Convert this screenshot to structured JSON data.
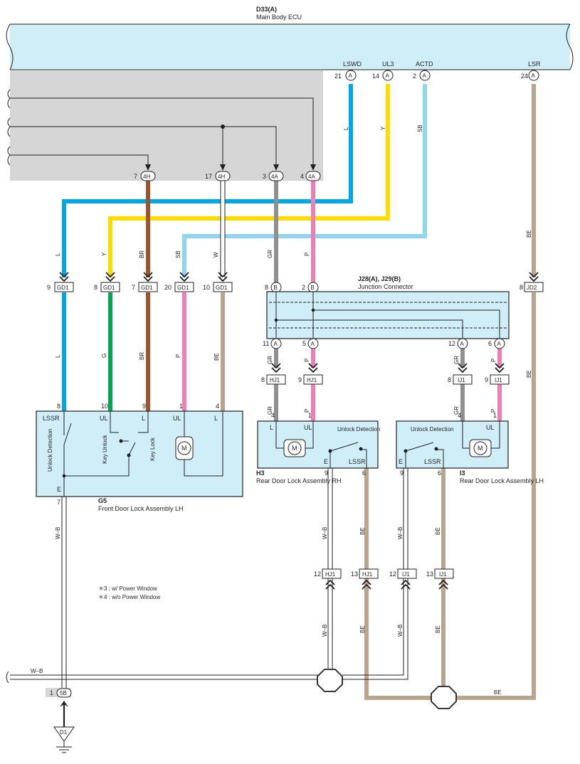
{
  "ecu": {
    "code": "D33(A)",
    "name": "Main Body ECU",
    "pins": [
      {
        "label": "LSWD",
        "num": "21",
        "conn": "A"
      },
      {
        "label": "UL3",
        "num": "14",
        "conn": "A"
      },
      {
        "label": "ACTD",
        "num": "2",
        "conn": "A"
      },
      {
        "label": "LSR",
        "num": "24",
        "conn": "A"
      }
    ]
  },
  "inbound_pins": [
    {
      "num": "7",
      "conn": "4H"
    },
    {
      "num": "17",
      "conn": "4H"
    },
    {
      "num": "3",
      "conn": "4A"
    },
    {
      "num": "4",
      "conn": "4A"
    }
  ],
  "wire_colors": {
    "L": "#00a6e6",
    "Y": "#ffdc00",
    "SB": "#8fd4f2",
    "BR": "#a0522d",
    "W": "#ffffff",
    "GR": "#909090",
    "P": "#f07db4",
    "G": "#00a651",
    "BE": "#b9a58b",
    "W-B": "#ffffff"
  },
  "wire_labels": {
    "L": "L",
    "Y": "Y",
    "SB": "SB",
    "BR": "BR",
    "W": "W",
    "GR": "GR",
    "P": "P",
    "G": "G",
    "BE": "BE",
    "WB": "W–B"
  },
  "gd1_row": [
    {
      "num": "9",
      "conn": "GD1"
    },
    {
      "num": "8",
      "conn": "GD1"
    },
    {
      "num": "7",
      "conn": "GD1"
    },
    {
      "num": "20",
      "conn": "GD1"
    },
    {
      "num": "10",
      "conn": "GD1"
    }
  ],
  "jd2": {
    "num": "8",
    "conn": "JD2"
  },
  "junction": {
    "code": "J28(A), J29(B)",
    "name": "Junction Connector",
    "top_pins": [
      {
        "num": "8",
        "conn": "B"
      },
      {
        "num": "2",
        "conn": "B"
      }
    ],
    "bottom_pins": [
      {
        "num": "11",
        "conn": "A"
      },
      {
        "num": "5",
        "conn": "A"
      },
      {
        "num": "12",
        "conn": "A"
      },
      {
        "num": "6",
        "conn": "A"
      }
    ]
  },
  "upper_connectors": [
    {
      "num": "8",
      "conn": "HJ1"
    },
    {
      "num": "9",
      "conn": "HJ1"
    },
    {
      "num": "8",
      "conn": "IJ1"
    },
    {
      "num": "9",
      "conn": "IJ1"
    }
  ],
  "g5": {
    "code": "G5",
    "name": "Front Door Lock Assembly LH",
    "pin_nums": [
      "8",
      "10",
      "9",
      "1",
      "4"
    ],
    "pin_labels": [
      "LSSR",
      "UL",
      "L",
      "UL",
      "L"
    ],
    "bottom_pin": "7",
    "bottom_label": "E",
    "unlock_detection": "Unlock Detection",
    "key_unlock": "Key Unlock",
    "key_lock": "Key Lock",
    "motor": "M"
  },
  "h3": {
    "code": "H3",
    "name": "Rear Door Lock Assembly RH",
    "pin_nums": [
      "4",
      "1"
    ],
    "pin_labels": [
      "L",
      "UL"
    ],
    "bottom_nums": [
      "9",
      "6"
    ],
    "bottom_labels": [
      "E",
      "LSSR"
    ],
    "unlock_detection": "Unlock Detection",
    "motor": "M"
  },
  "i3": {
    "code": "I3",
    "name": "Rear Door Lock Assembly LH",
    "pin_nums": [
      "4",
      "1"
    ],
    "pin_labels": [
      "GR",
      "P"
    ],
    "inner_labels": [
      "UL"
    ],
    "bottom_nums": [
      "9",
      "6"
    ],
    "bottom_labels": [
      "E",
      "LSSR"
    ],
    "unlock_detection": "Unlock Detection",
    "motor": "M"
  },
  "lower_connectors": [
    {
      "num": "12",
      "conn": "HJ1"
    },
    {
      "num": "13",
      "conn": "HJ1"
    },
    {
      "num": "12",
      "conn": "IJ1"
    },
    {
      "num": "13",
      "conn": "IJ1"
    }
  ],
  "notes": [
    "＊3 : w/ Power Window",
    "＊4 : w/o Power Window"
  ],
  "ground_conn": {
    "num": "1",
    "conn": "5B"
  },
  "ground": {
    "code": "D1"
  }
}
